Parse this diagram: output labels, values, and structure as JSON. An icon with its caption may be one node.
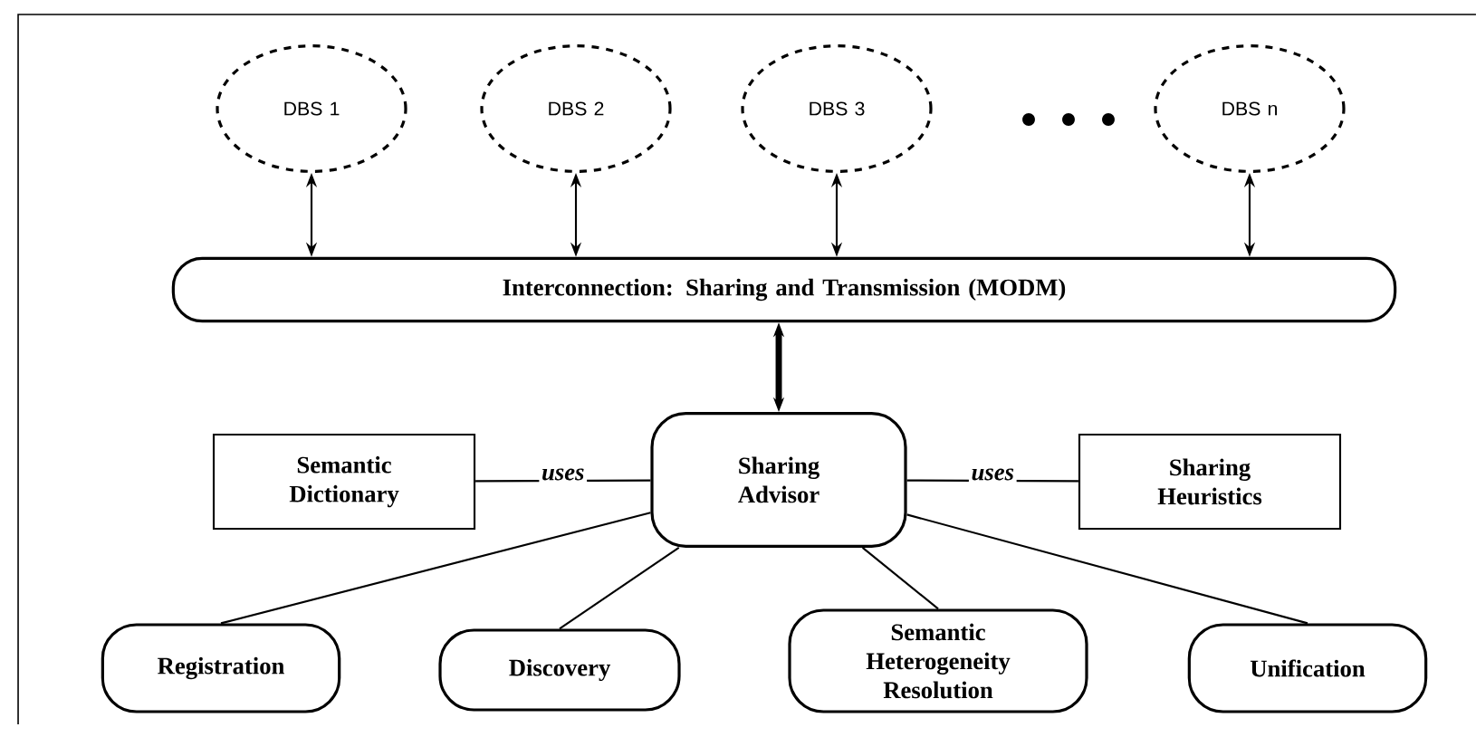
{
  "diagram": {
    "nodes": [
      {
        "text": [
          "DBS 1"
        ]
      },
      {
        "text": [
          "DBS 2"
        ]
      },
      {
        "text": [
          "DBS 3"
        ]
      },
      {
        "text": [
          "DBS n"
        ]
      },
      {
        "text": [
          "Interconnection: Sharing and Transmission (MODM)"
        ]
      },
      {
        "text": [
          "Semantic Dictionary"
        ]
      },
      {
        "text": [
          "Sharing Advisor"
        ]
      },
      {
        "text": [
          "Sharing Heuristics"
        ]
      },
      {
        "text": [
          "Registration"
        ]
      },
      {
        "text": [
          "Discovery"
        ]
      },
      {
        "text": [
          "Semantic Heterogeneity Resolution"
        ]
      },
      {
        "text": [
          "Unification"
        ]
      }
    ],
    "edges": [
      {
        "from": 0,
        "to": 4,
        "arrow": "both"
      },
      {
        "from": 1,
        "to": 4,
        "arrow": "both"
      },
      {
        "from": 2,
        "to": 4,
        "arrow": "both"
      },
      {
        "from": 3,
        "to": 4,
        "arrow": "both"
      },
      {
        "from": 4,
        "to": 6,
        "arrow": "both",
        "style": "thick"
      },
      {
        "from": 6,
        "to": 5,
        "arrow": "none",
        "label": "uses"
      },
      {
        "from": 6,
        "to": 7,
        "arrow": "none",
        "label": "uses"
      },
      {
        "from": 6,
        "to": 8,
        "arrow": "none"
      },
      {
        "from": 6,
        "to": 9,
        "arrow": "none"
      },
      {
        "from": 6,
        "to": 10,
        "arrow": "none"
      },
      {
        "from": 6,
        "to": 11,
        "arrow": "none"
      }
    ]
  }
}
